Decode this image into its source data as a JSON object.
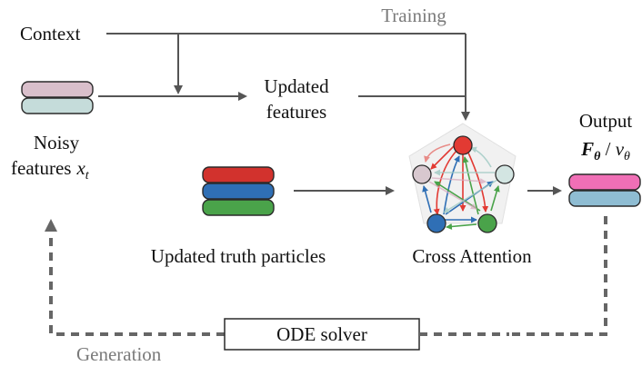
{
  "labels": {
    "training": "Training",
    "context": "Context",
    "updated_features_line1": "Updated",
    "updated_features_line2": "features",
    "noisy_line1": "Noisy",
    "noisy_line2": "features",
    "noisy_symbol": "x",
    "noisy_subscript": "t",
    "output_title": "Output",
    "output_symbol_f": "F",
    "output_symbol_v": "v",
    "output_subscript": "θ",
    "output_separator": " / ",
    "truth_particles": "Updated truth particles",
    "cross_attention": "Cross Attention",
    "ode_solver": "ODE solver",
    "generation": "Generation"
  },
  "colors": {
    "arrow": "#555555",
    "dashed": "#666666",
    "label_grey": "#7a7a7a",
    "noisy_top": "#d9bfcb",
    "noisy_bottom": "#c5dcda",
    "truth_red": "#d2322d",
    "truth_blue": "#2f6fb5",
    "truth_green": "#4aa34a",
    "output_pink": "#f06fb6",
    "output_blue": "#8fbdd3",
    "node_red": "#e23a33",
    "node_pink": "#d8c8cf",
    "node_cyan": "#d3e5e2",
    "node_blue": "#2f6fb5",
    "node_green": "#4aa34a",
    "pentagon_fill": "#f1f1f1"
  },
  "icons": {
    "noisy_features": "stacked-token-bars",
    "truth_particles": "stacked-token-bars",
    "output": "stacked-token-bars",
    "cross_attention": "attention-graph-pentagon"
  }
}
